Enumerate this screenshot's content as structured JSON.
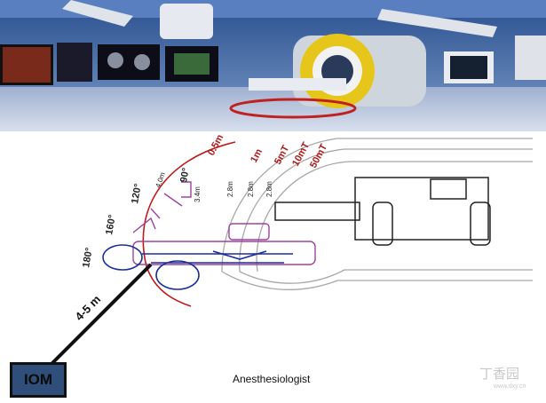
{
  "photo": {
    "description_icon": "operating-room-photo"
  },
  "diagram": {
    "distance_rings": [
      "0.5m",
      "1m",
      "5mT",
      "10mT",
      "50mT"
    ],
    "right_labels": [
      "2.8m",
      "2.8m",
      "2.8m"
    ],
    "angles": [
      "90°",
      "120°",
      "160°",
      "180°"
    ],
    "small_labels": [
      "3.4m",
      "4.0m"
    ],
    "distance_line_label": "4-5 m",
    "colors": {
      "dark_red": "#b01818",
      "purple": "#a040a0",
      "blue": "#1a2f9a",
      "gray": "#9a9a9a",
      "iom_fill": "#2f4e7a"
    }
  },
  "iom_label": "IOM",
  "anesthesiologist_label": "Anesthesiologist",
  "watermark": {
    "text": "丁香园",
    "url": "www.dxy.cn"
  }
}
